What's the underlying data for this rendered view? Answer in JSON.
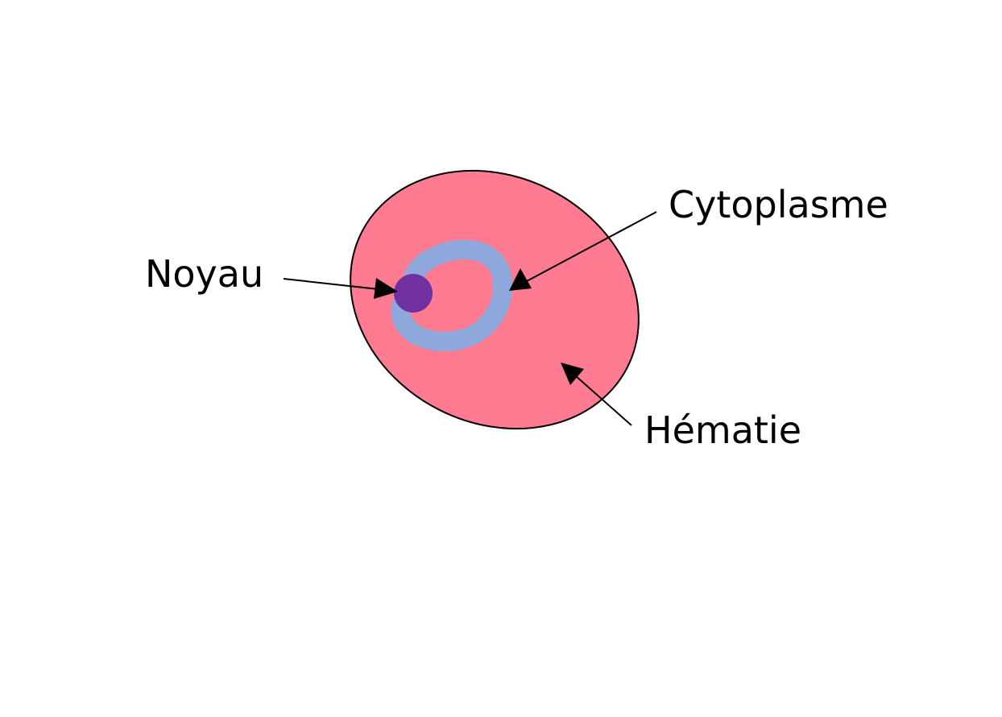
{
  "labels": {
    "noyau": "Noyau",
    "cytoplasme": "Cytoplasme",
    "hematie": "Hématie"
  },
  "colors": {
    "background": "#ffffff",
    "hematie_fill": "#ff7b91",
    "hematie_stroke": "#000000",
    "cytoplasme": "#8fa8dc",
    "noyau": "#7030a0",
    "arrow": "#000000",
    "text": "#000000"
  }
}
